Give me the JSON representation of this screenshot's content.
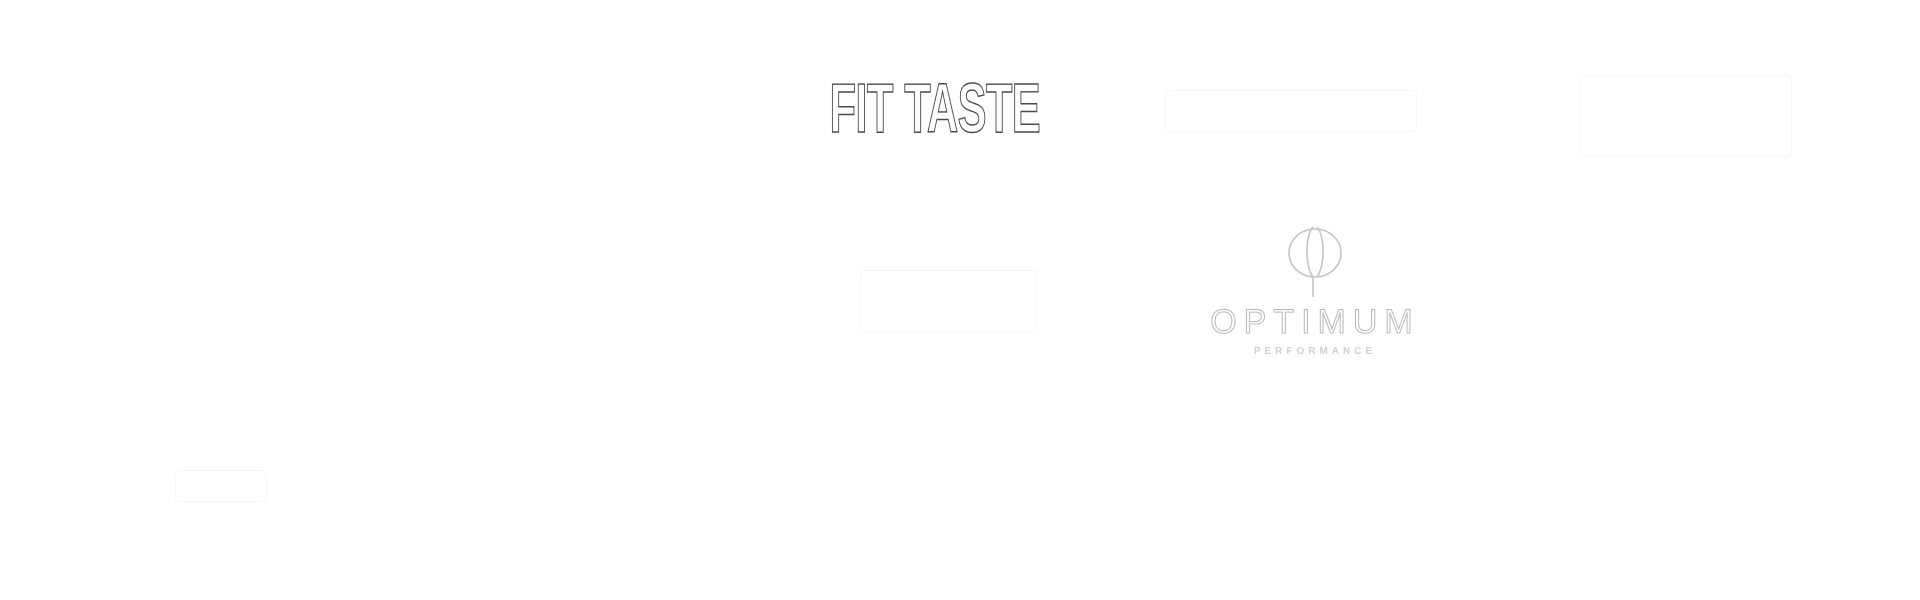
{
  "logos": {
    "fit_taste": {
      "text": "FIT TASTE",
      "outline_color": "#4a4a4a"
    },
    "optimum": {
      "icon": "phi-monogram-icon",
      "title": "OPTIMUM",
      "subtitle": "PERFORMANCE",
      "outline_color": "#b8b8b8"
    }
  },
  "colors": {
    "background": "#ffffff"
  }
}
